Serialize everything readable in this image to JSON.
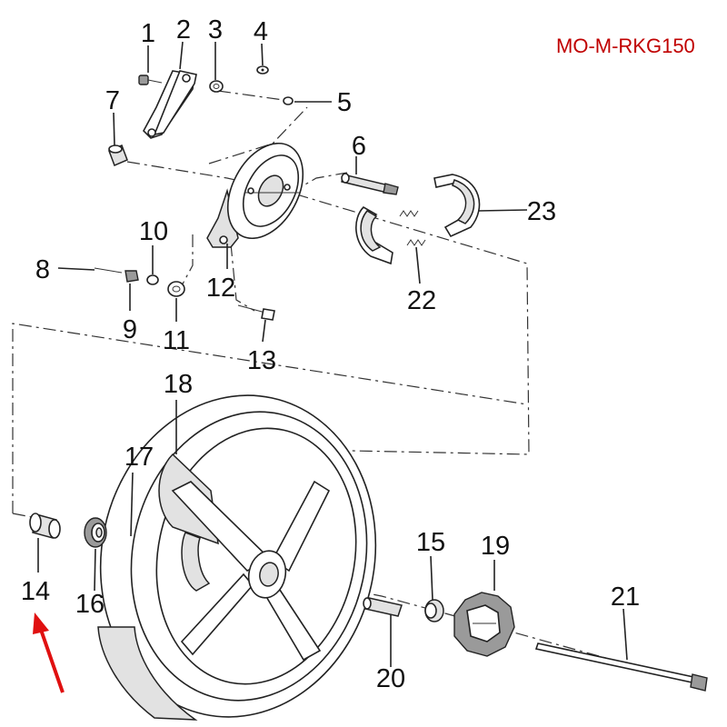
{
  "diagram_code": "MO-M-RKG150",
  "colors": {
    "code_text": "#c00000",
    "arrow": "#e01010",
    "line": "#222222"
  },
  "callouts": {
    "1": "1",
    "2": "2",
    "3": "3",
    "4": "4",
    "5": "5",
    "6": "6",
    "7": "7",
    "8": "8",
    "9": "9",
    "10": "10",
    "11": "11",
    "12": "12",
    "13": "13",
    "14": "14",
    "15": "15",
    "16": "16",
    "17": "17",
    "18": "18",
    "19": "19",
    "20": "20",
    "21": "21",
    "22": "22",
    "23": "23"
  },
  "highlight": {
    "part": "14",
    "marker": "red-arrow"
  }
}
